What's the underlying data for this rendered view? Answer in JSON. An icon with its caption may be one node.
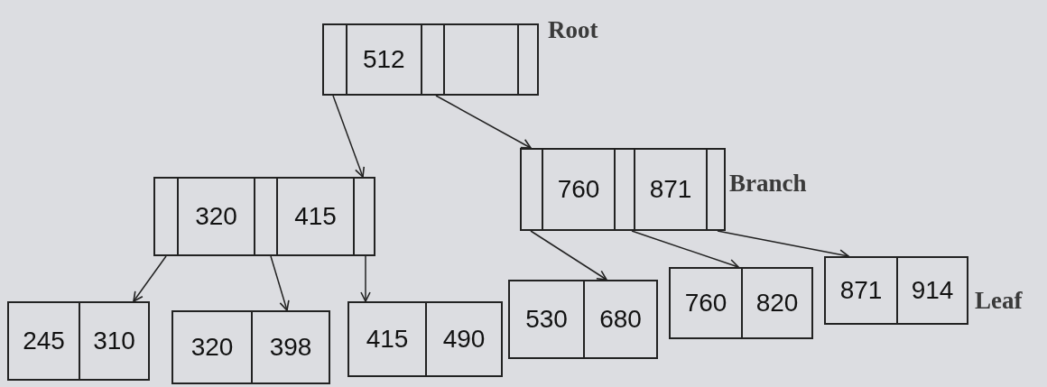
{
  "diagram": {
    "nodes": [
      {
        "text": [
          "512"
        ],
        "beside": [
          "Root"
        ]
      },
      {
        "text": [
          "320",
          "415"
        ]
      },
      {
        "text": [
          "760",
          "871"
        ],
        "beside": [
          "Branch"
        ]
      },
      {
        "text": [
          "245",
          "310"
        ]
      },
      {
        "text": [
          "320",
          "398"
        ]
      },
      {
        "text": [
          "415",
          "490"
        ]
      },
      {
        "text": [
          "530",
          "680"
        ]
      },
      {
        "text": [
          "760",
          "820"
        ]
      },
      {
        "text": [
          "871",
          "914"
        ],
        "beside": [
          "Leaf"
        ]
      }
    ],
    "edges": [
      {
        "from": 0,
        "to": 1,
        "arrow": "to"
      },
      {
        "from": 0,
        "to": 2,
        "arrow": "to"
      },
      {
        "from": 1,
        "to": 3,
        "arrow": "to"
      },
      {
        "from": 1,
        "to": 4,
        "arrow": "to"
      },
      {
        "from": 1,
        "to": 5,
        "arrow": "to"
      },
      {
        "from": 2,
        "to": 6,
        "arrow": "to"
      },
      {
        "from": 2,
        "to": 7,
        "arrow": "to"
      },
      {
        "from": 2,
        "to": 8,
        "arrow": "to"
      }
    ]
  }
}
